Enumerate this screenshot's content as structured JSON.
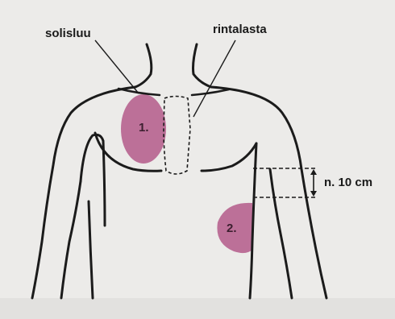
{
  "labels": {
    "collarbone": "solisluu",
    "sternum": "rintalasta",
    "pad1": "1.",
    "pad2": "2.",
    "distance": "n. 10 cm"
  },
  "colors": {
    "background": "#ecebe9",
    "outline": "#1b1b1b",
    "pad": "#b45a8a",
    "text": "#1a1a1a"
  }
}
